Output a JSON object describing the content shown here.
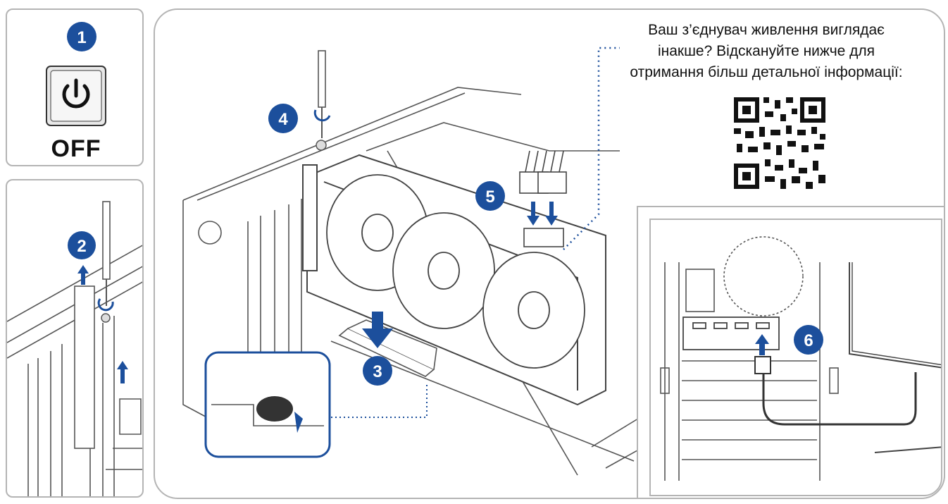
{
  "steps": {
    "s1": "1",
    "s2": "2",
    "s3": "3",
    "s4": "4",
    "s5": "5",
    "s6": "6"
  },
  "power": {
    "off_label": "OFF"
  },
  "note": {
    "line1": "Ваш з’єднувач живлення виглядає",
    "line2": "інакше? Відскануйте нижче для",
    "line3": "отримання більш детальної інформації:"
  },
  "colors": {
    "accent_blue": "#1c4f9c",
    "line_gray": "#555555",
    "panel_border": "#b4b4b4",
    "dotted_blue": "#1c4f9c"
  },
  "icons": [
    "power-icon",
    "qr-code",
    "screwdriver-icon",
    "arrow-icon",
    "hdmi-cable-icon"
  ]
}
